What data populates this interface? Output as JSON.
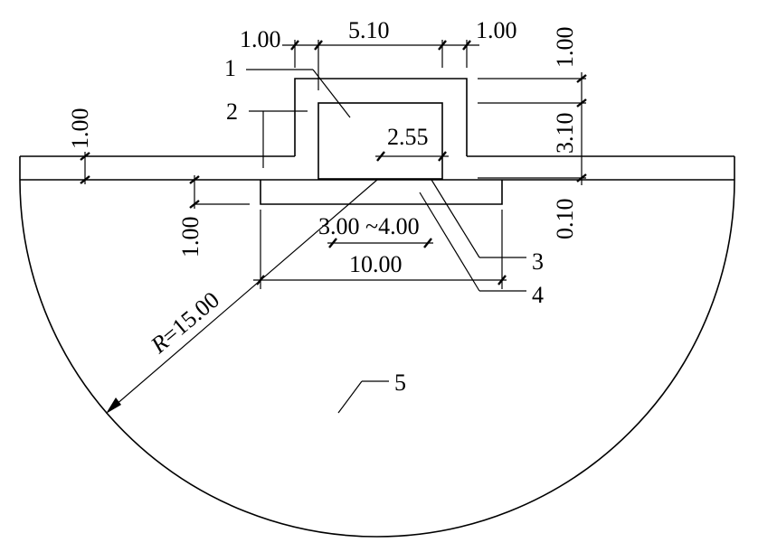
{
  "dimensions": {
    "top_left_offset": "1.00",
    "top_width": "5.10",
    "top_right_offset": "1.00",
    "right_top_height": "1.00",
    "right_mid_height": "3.10",
    "right_gap": "0.10",
    "left_slab": "1.00",
    "left_lower": "1.00",
    "inner_small": "2.55",
    "range_label": "3.00 ~4.00",
    "base_width": "10.00",
    "radius_prefix": "R",
    "radius_value": "=15.00"
  },
  "callouts": [
    "1",
    "2",
    "3",
    "4",
    "5"
  ]
}
